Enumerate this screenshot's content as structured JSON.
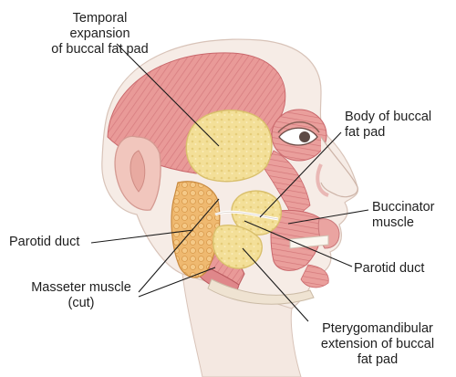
{
  "labels": {
    "temporal": [
      "Temporal",
      "expansion",
      "of buccal fat pad"
    ],
    "body": [
      "Body of buccal",
      "fat pad"
    ],
    "buccinator": [
      "Buccinator",
      "muscle"
    ],
    "parotid_duct_left": [
      "Parotid duct"
    ],
    "parotid_duct_right": [
      "Parotid duct"
    ],
    "masseter": [
      "Masseter muscle",
      "(cut)"
    ],
    "pterygo": [
      "Pterygomandibular",
      "extension of buccal",
      "fat pad"
    ]
  },
  "colors": {
    "skin": "#f6ece6",
    "muscle": "#e99a98",
    "muscle_dark": "#cf6f72",
    "fat": "#f3df98",
    "fat_edge": "#d9bf6c",
    "gland": "#eeb56c",
    "leader": "#1a1a1a",
    "text": "#1e1e1e"
  }
}
